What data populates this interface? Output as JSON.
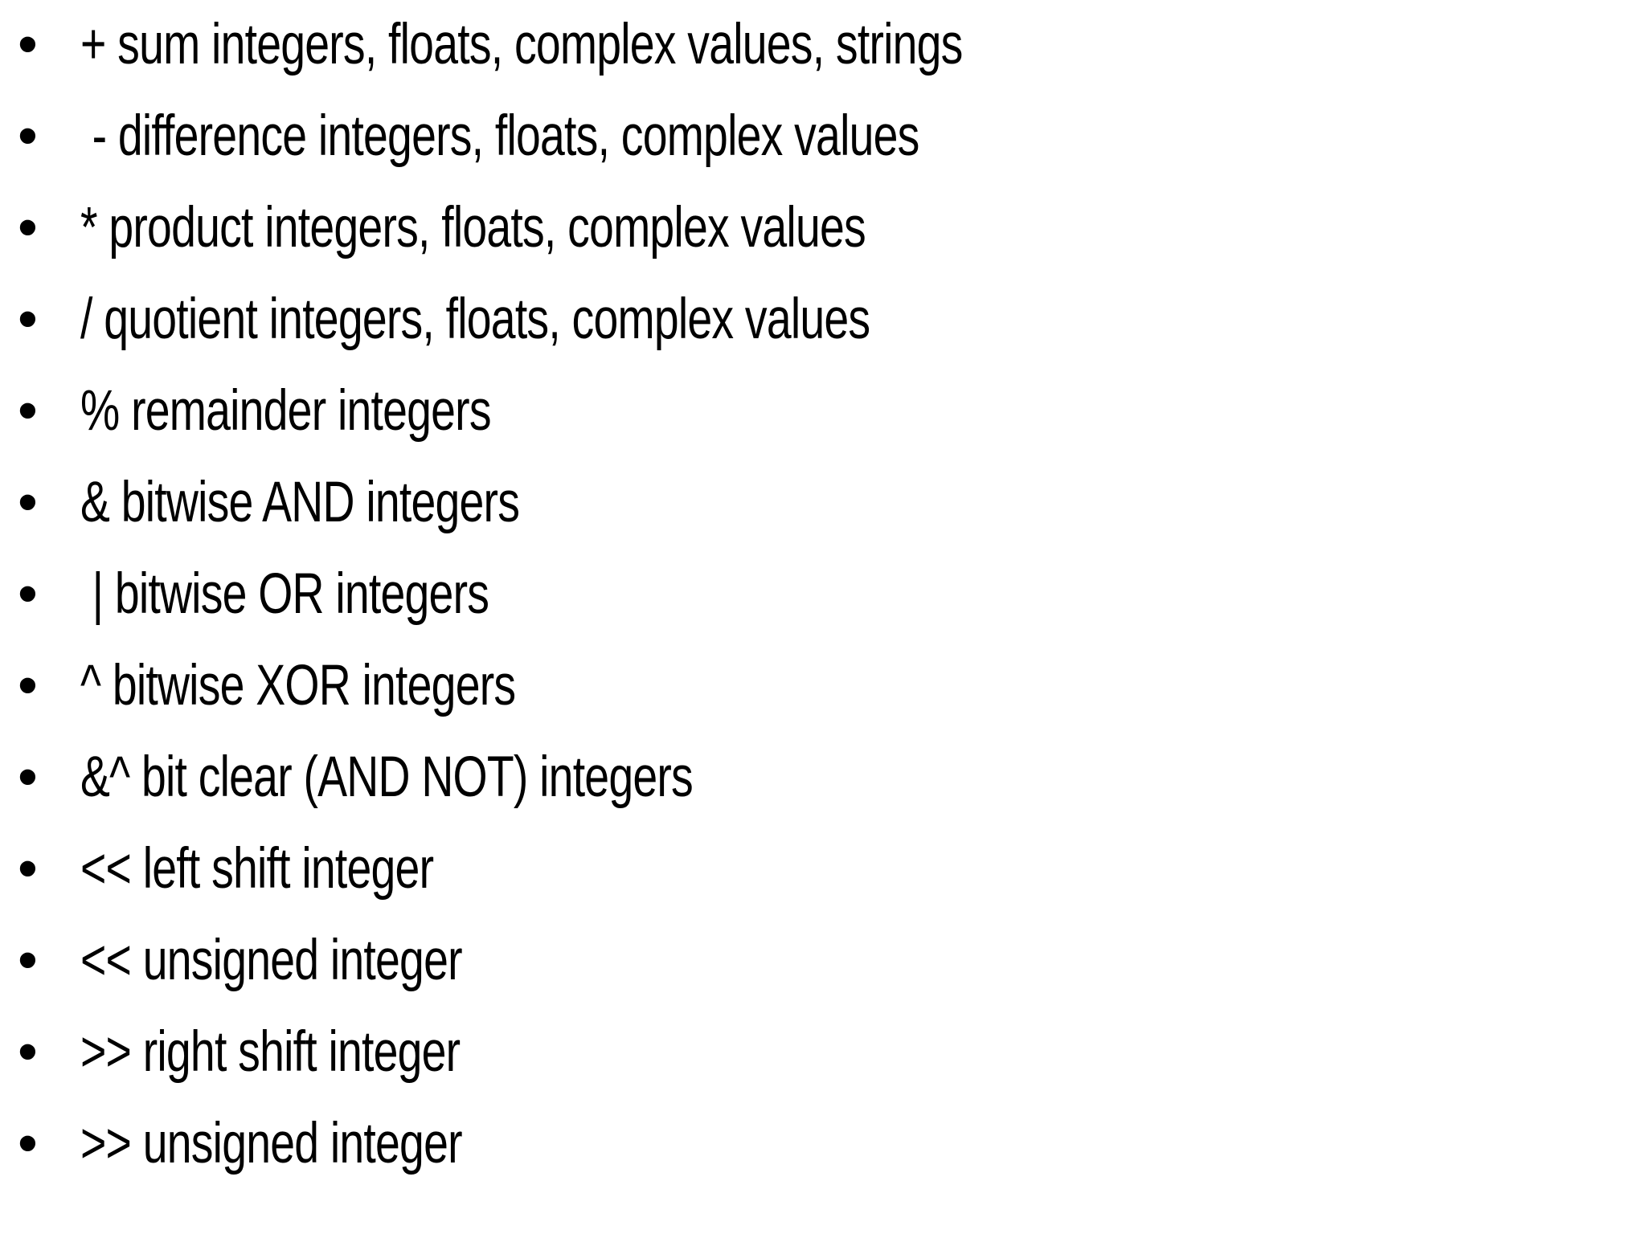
{
  "slide": {
    "background_color": "#ffffff",
    "text_color": "#000000",
    "bullet_glyph": "•",
    "items": [
      "+ sum integers, floats, complex values, strings",
      " - difference integers, floats, complex values",
      "* product integers, floats, complex values",
      "/ quotient integers, floats, complex values",
      "% remainder integers",
      "& bitwise AND integers",
      " | bitwise OR integers",
      "^ bitwise XOR integers",
      "&^ bit clear (AND NOT) integers",
      "<< left shift integer",
      "<< unsigned integer",
      ">> right shift integer",
      ">> unsigned integer"
    ]
  }
}
